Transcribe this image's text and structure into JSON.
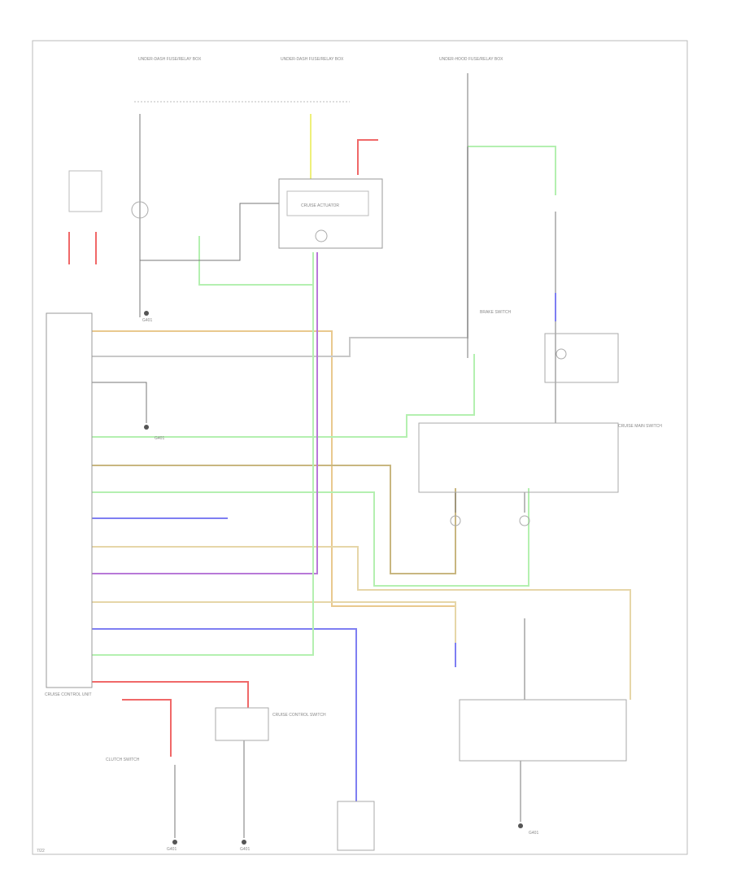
{
  "diagram": {
    "control_unit_label": "CRUISE CONTROL UNIT",
    "cruise_actuator_label": "CRUISE ACTUATOR",
    "main_switch_label": "CRUISE MAIN SWITCH",
    "control_switch_label": "CRUISE CONTROL SWITCH",
    "brake_switch_label": "BRAKE SWITCH",
    "clutch_switch_label": "CLUTCH SWITCH",
    "fuse_left_label": "UNDER-DASH FUSE/RELAY BOX",
    "fuse_mid_label": "UNDER-DASH FUSE/RELAY BOX",
    "fuse_right_label": "UNDER-HOOD FUSE/RELAY BOX",
    "ground_labels": [
      "G401",
      "G401",
      "G401",
      "G401",
      "G401"
    ],
    "footer": "7/22"
  },
  "colors": {
    "orange": "#e9c98e",
    "gray": "#c8c8c8",
    "green": "#b4f0b0",
    "olive": "#c8b680",
    "purple": "#b878d8",
    "blue": "#7e7ef2",
    "red": "#f06868",
    "yellow": "#eef07a",
    "tan": "#e6d6a8",
    "line": "#777777"
  }
}
